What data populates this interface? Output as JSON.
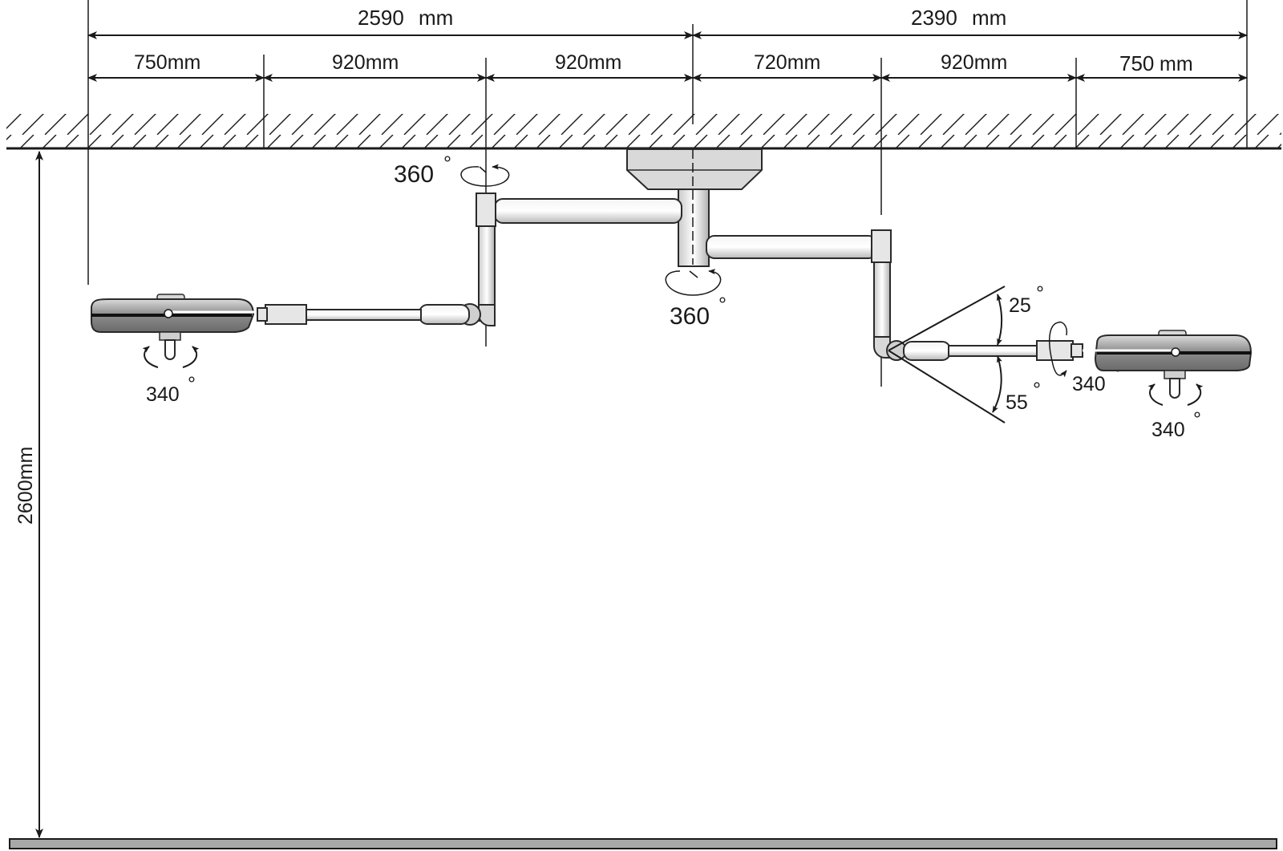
{
  "dimensions": {
    "total_left": {
      "value": "2590",
      "unit": "mm"
    },
    "total_right": {
      "value": "2390",
      "unit": "mm"
    },
    "segments": [
      "750mm",
      "920mm",
      "920mm",
      "720mm",
      "920mm"
    ],
    "last_segment": {
      "value": "750",
      "unit": "mm"
    },
    "height": "2600mm"
  },
  "angles": {
    "left_joint_rotation": "360",
    "center_mount_rotation": "360",
    "left_head_rotation": "340",
    "tilt_up": "25",
    "tilt_down": "55",
    "right_yoke_rotation": "340",
    "right_head_rotation": "340",
    "degree_symbol": "°"
  }
}
